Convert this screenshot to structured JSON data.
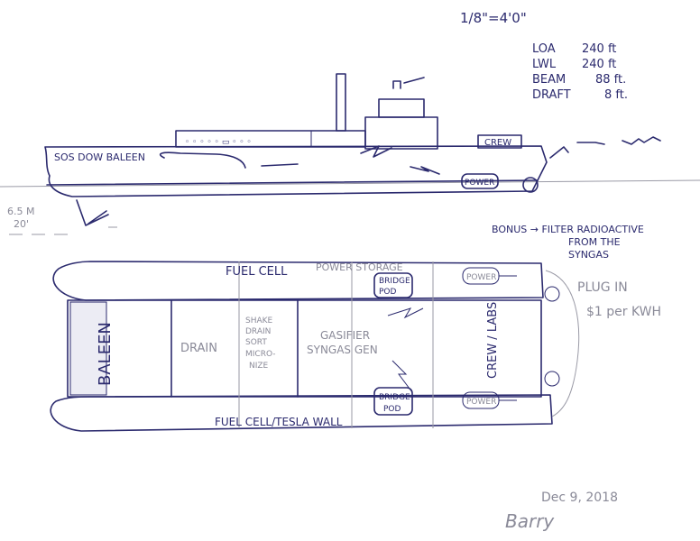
{
  "scale": "1/8\"=4'0\"",
  "specs": [
    {
      "label": "LOA",
      "value": "240 ft"
    },
    {
      "label": "LWL",
      "value": "240 ft"
    },
    {
      "label": "BEAM",
      "value": "88 ft."
    },
    {
      "label": "DRAFT",
      "value": "8 ft."
    }
  ],
  "side_view": {
    "hull_label": "SOS DOW BALEEN",
    "crew_label": "CREW",
    "power_label": "POWER",
    "depth_m": "6.5 M",
    "depth_ft": "20'"
  },
  "bonus_note": {
    "line1": "BONUS → FILTER RADIOACTIVE",
    "line2": "FROM THE",
    "line3": "SYNGAS"
  },
  "plan_view": {
    "top_hull": "FUEL CELL",
    "top_hull_pencil": "POWER STORAGE",
    "bridge_pod_top": [
      "BRIDGE",
      "POD"
    ],
    "bridge_pod_bottom": [
      "BRIDGE",
      "POD"
    ],
    "power_top": "POWER",
    "power_bottom": "POWER",
    "baleen": "BALEEN",
    "drain": "DRAIN",
    "process": [
      "SHAKE",
      "DRAIN",
      "SORT",
      "MICRO-",
      "NIZE"
    ],
    "gasifier": [
      "GASIFIER",
      "SYNGAS GEN"
    ],
    "crew_labs": "CREW / LABS",
    "bottom_hull": "FUEL CELL/TESLA WALL"
  },
  "plug_note": {
    "line1": "PLUG IN",
    "line2": "$1 per KWH"
  },
  "date": "Dec 9, 2018",
  "signature": "Barry"
}
